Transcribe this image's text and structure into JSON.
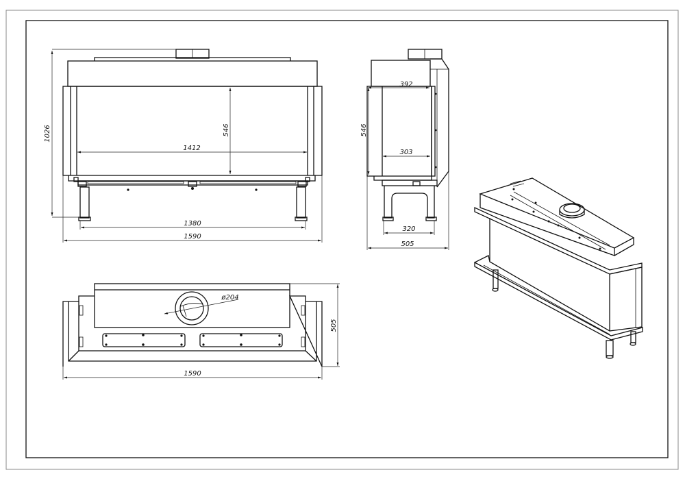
{
  "drawing": {
    "front_view": {
      "overall_height": "1026",
      "glass_height": "546",
      "glass_width": "1412",
      "leg_span": "1380",
      "overall_width": "1590"
    },
    "side_view": {
      "top_depth": "392",
      "glass_height": "546",
      "glass_depth": "303",
      "leg_span": "320",
      "overall_depth": "505"
    },
    "top_view": {
      "flue_diameter": "ø204",
      "overall_depth": "505",
      "overall_width": "1590"
    }
  }
}
